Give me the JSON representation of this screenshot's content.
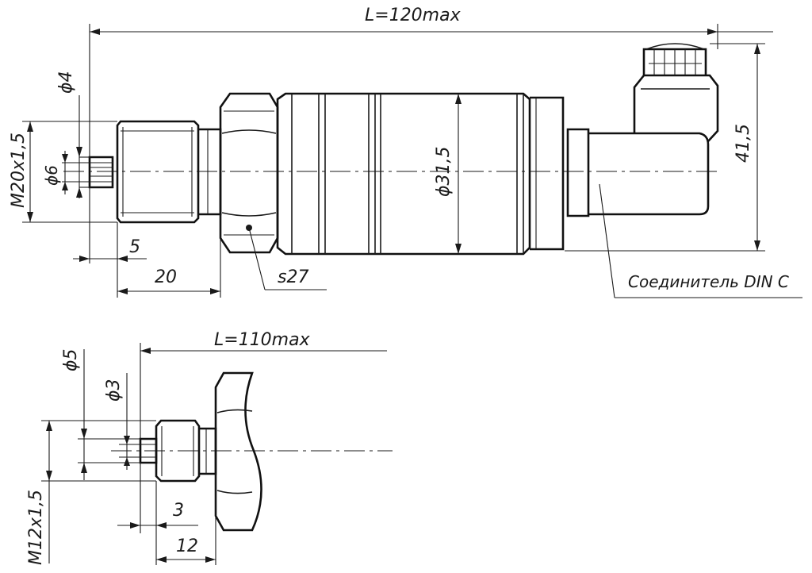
{
  "top_view": {
    "length_label": "L=120max",
    "dia_tip_label": "ϕ4",
    "thread_label": "M20x1,5",
    "dia_hole_label": "ϕ6",
    "len_5_label": "5",
    "len_20_label": "20",
    "hex_label": "s27",
    "body_dia_label": "ϕ31,5",
    "height_label": "41,5",
    "connector_label": "Соединитель DIN C"
  },
  "bottom_view": {
    "length_label": "L=110max",
    "dia_5_label": "ϕ5",
    "dia_3_label": "ϕ3",
    "thread_label": "M12x1,5",
    "len_3_label": "3",
    "len_12_label": "12"
  }
}
